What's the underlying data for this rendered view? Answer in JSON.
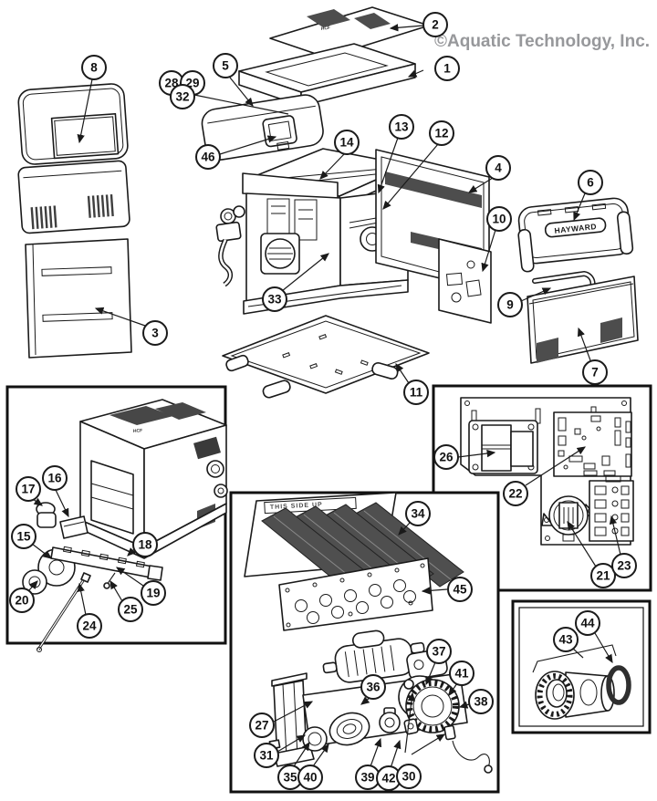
{
  "watermark": "©Aquatic Technology, Inc.",
  "brand_label": "HAYWARD",
  "labels": {
    "heat_exchanger_plate": "THIS SIDE UP",
    "lid_code": "HCF",
    "unit_top_code": "HCF"
  },
  "colors": {
    "line": "#1a1a1a",
    "box_border": "#111111",
    "watermark_gray": "#97989b",
    "fin_dark": "#4f4f4f",
    "vent_dark": "#4d4d4d",
    "background": "#ffffff"
  },
  "callouts": {
    "c1": "1",
    "c2": "2",
    "c3": "3",
    "c4": "4",
    "c5": "5",
    "c6": "6",
    "c7": "7",
    "c8": "8",
    "c9": "9",
    "c10": "10",
    "c11": "11",
    "c12": "12",
    "c13": "13",
    "c14": "14",
    "c15": "15",
    "c16": "16",
    "c17": "17",
    "c18": "18",
    "c19": "19",
    "c20": "20",
    "c21": "21",
    "c22": "22",
    "c23": "23",
    "c24": "24",
    "c25": "25",
    "c26": "26",
    "c27": "27",
    "c28": "28",
    "c29": "29",
    "c30": "30",
    "c31": "31",
    "c32": "32",
    "c33": "33",
    "c34": "34",
    "c35": "35",
    "c36": "36",
    "c37": "37",
    "c38": "38",
    "c39": "39",
    "c40": "40",
    "c41": "41",
    "c42": "42",
    "c43": "43",
    "c44": "44",
    "c45": "45",
    "c46": "46"
  }
}
